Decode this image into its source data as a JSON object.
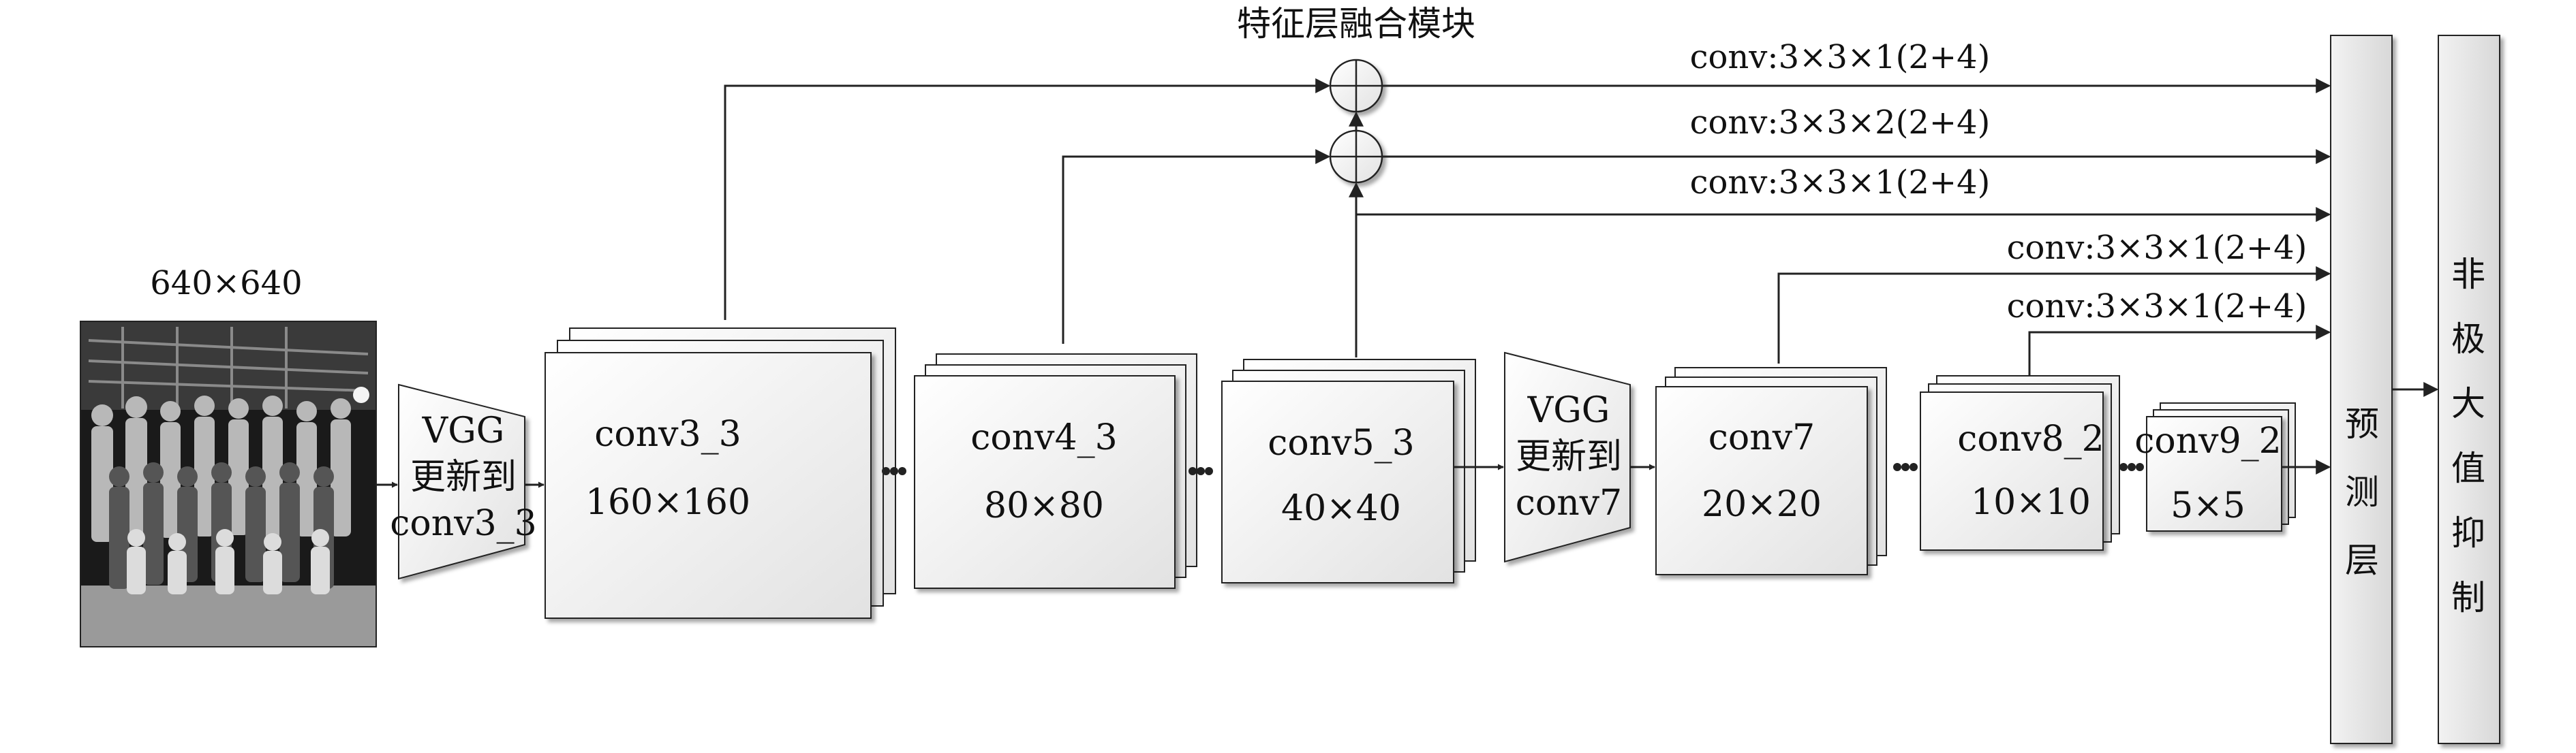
{
  "input": {
    "size_label": "640×640",
    "photo_desc": "group-photo"
  },
  "fusion": {
    "title": "特征层融合模块"
  },
  "vgg1": {
    "lines": [
      "VGG",
      "更新到",
      "conv3_3"
    ]
  },
  "vgg2": {
    "lines": [
      "VGG",
      "更新到",
      "conv7"
    ]
  },
  "blocks": [
    {
      "name": "conv3_3",
      "size": "160×160"
    },
    {
      "name": "conv4_3",
      "size": "80×80"
    },
    {
      "name": "conv5_3",
      "size": "40×40"
    },
    {
      "name": "conv7",
      "size": "20×20"
    },
    {
      "name": "conv8_2",
      "size": "10×10"
    },
    {
      "name": "conv9_2",
      "size": "5×5"
    }
  ],
  "arrow_labels": [
    "conv:3×3×1(2+4)",
    "conv:3×3×2(2+4)",
    "conv:3×3×1(2+4)",
    "conv:3×3×1(2+4)",
    "conv:3×3×1(2+4)"
  ],
  "predict": {
    "chars": [
      "预",
      "测",
      "层"
    ]
  },
  "nms": {
    "chars": [
      "非",
      "极",
      "大",
      "值",
      "抑",
      "制"
    ]
  },
  "colors": {
    "box_fill": "#f0f0f0",
    "bar_fill": "#e4e4e4",
    "stroke": "#222222"
  }
}
